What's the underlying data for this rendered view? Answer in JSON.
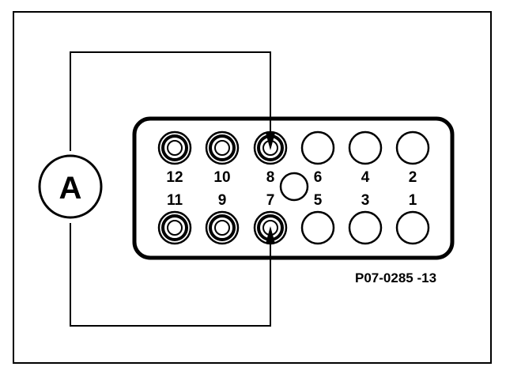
{
  "meter": {
    "label": "A"
  },
  "figure_ref": "P07-0285 -13",
  "connector": {
    "top_row": [
      {
        "label": "12",
        "type": "ring"
      },
      {
        "label": "10",
        "type": "ring"
      },
      {
        "label": "8",
        "type": "ring"
      },
      {
        "label": "6",
        "type": "plain"
      },
      {
        "label": "4",
        "type": "plain"
      },
      {
        "label": "2",
        "type": "plain"
      }
    ],
    "bottom_row": [
      {
        "label": "11",
        "type": "ring"
      },
      {
        "label": "9",
        "type": "ring"
      },
      {
        "label": "7",
        "type": "ring"
      },
      {
        "label": "5",
        "type": "plain"
      },
      {
        "label": "3",
        "type": "plain"
      },
      {
        "label": "1",
        "type": "plain"
      }
    ]
  },
  "probes": [
    {
      "pin": "8"
    },
    {
      "pin": "7"
    }
  ]
}
